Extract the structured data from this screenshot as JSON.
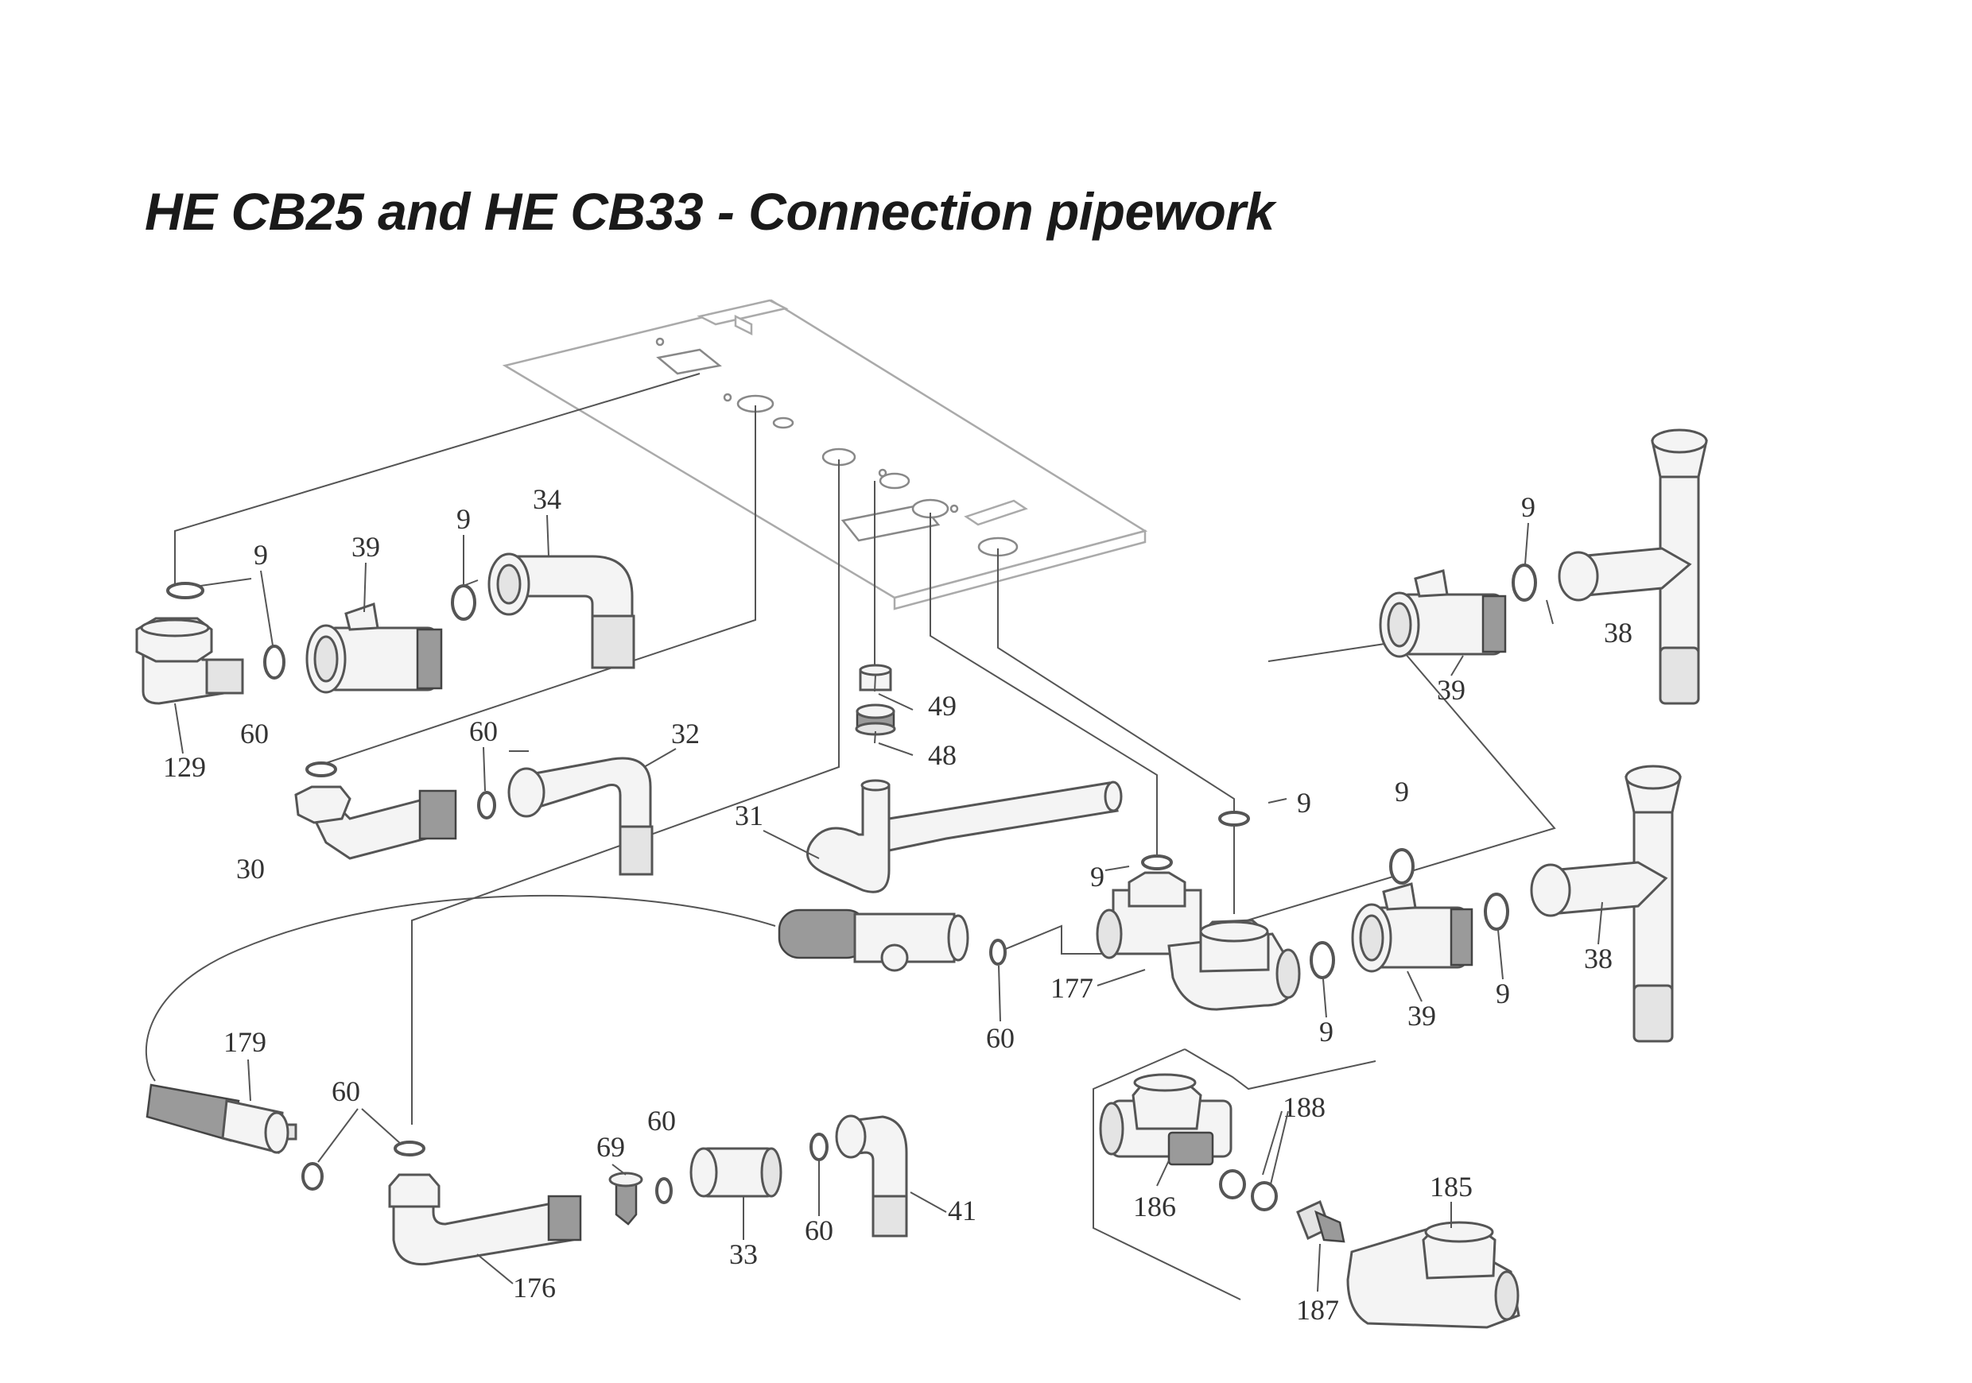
{
  "title": "HE CB25 and HE CB33 - Connection pipework",
  "part_numbers": {
    "p129": "129",
    "p9a": "9",
    "p39a": "39",
    "p9b": "9",
    "p34": "34",
    "p60a": "60",
    "p60b": "60",
    "p32": "32",
    "p30": "30",
    "p49": "49",
    "p48": "48",
    "p31": "31",
    "p9c": "9",
    "p38a": "38",
    "p39b": "39",
    "p9d": "9",
    "p9e": "9",
    "p9f": "9",
    "p177": "177",
    "p60c": "60",
    "p9g": "9",
    "p39c": "39",
    "p9h": "9",
    "p38b": "38",
    "p179": "179",
    "p60d": "60",
    "p176": "176",
    "p69": "69",
    "p60e": "60",
    "p33": "33",
    "p60f": "60",
    "p41": "41",
    "p188": "188",
    "p186": "186",
    "p185": "185",
    "p187": "187"
  }
}
